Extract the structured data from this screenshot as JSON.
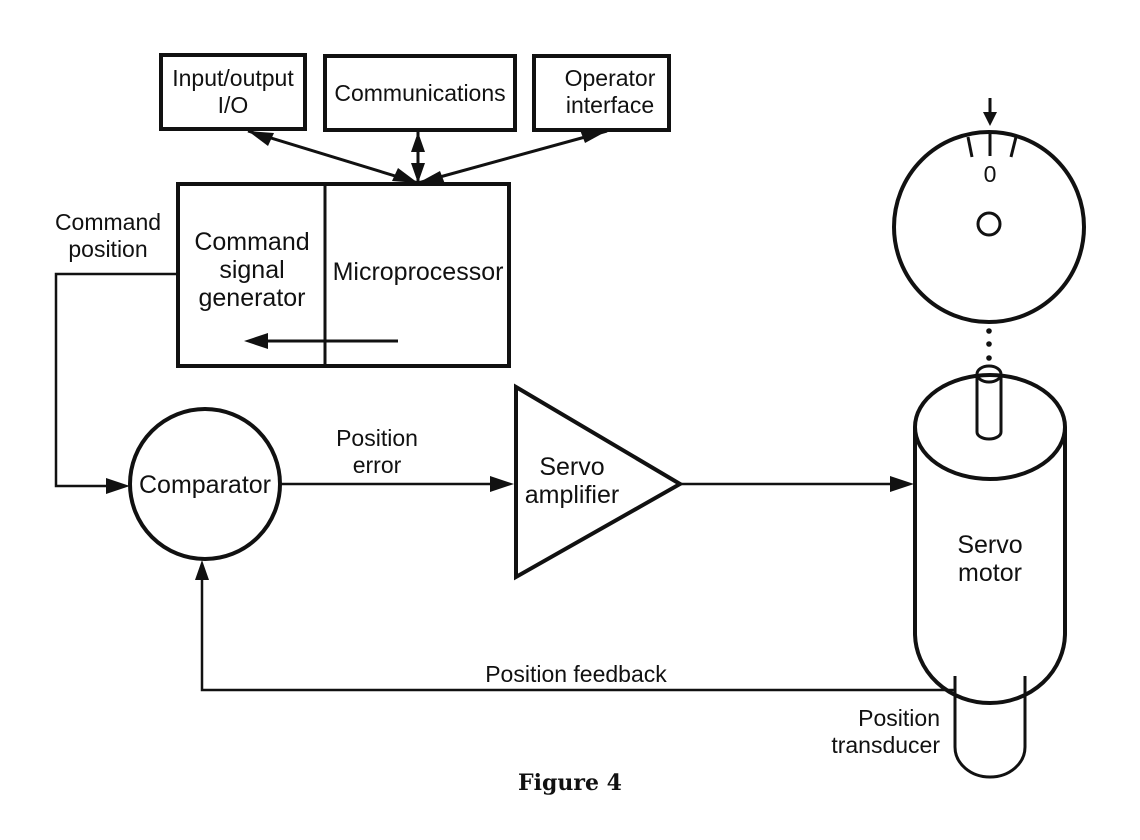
{
  "figure": {
    "caption": "Figure 4",
    "blocks": {
      "io": [
        "Input/output",
        "I/O"
      ],
      "communications": [
        "Communications"
      ],
      "operator": [
        "Operator",
        "interface"
      ],
      "command_signal_generator": [
        "Command",
        "signal",
        "generator"
      ],
      "microprocessor": [
        "Microprocessor"
      ],
      "comparator": [
        "Comparator"
      ],
      "servo_amplifier": [
        "Servo",
        "amplifier"
      ],
      "servo_motor": [
        "Servo",
        "motor"
      ]
    },
    "signals": {
      "command_position": [
        "Command",
        "position"
      ],
      "position_error": [
        "Position",
        "error"
      ],
      "position_feedback": [
        "Position feedback"
      ],
      "position_transducer": [
        "Position",
        "transducer"
      ]
    },
    "dial": {
      "zero_mark": "0"
    },
    "colors": {
      "ink": "#111111",
      "background": "#ffffff"
    }
  }
}
